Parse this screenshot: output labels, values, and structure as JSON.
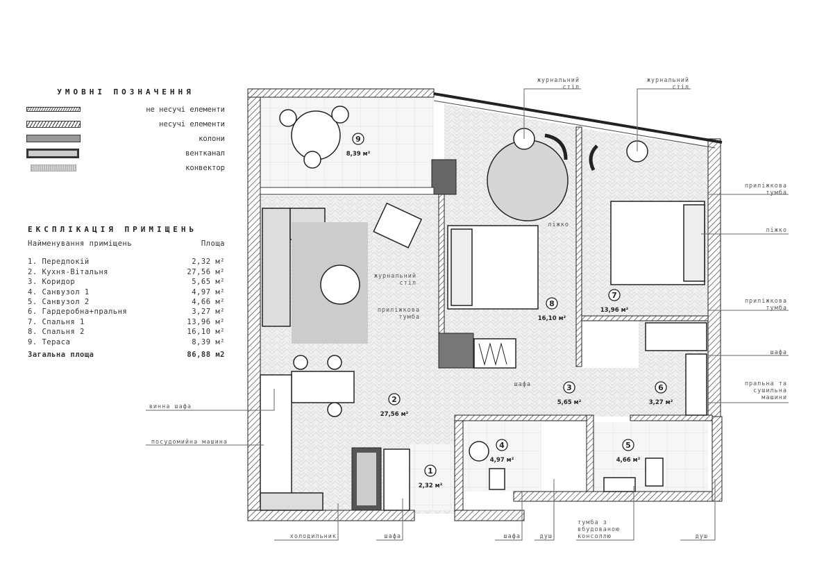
{
  "legend": {
    "title": "УМОВНІ ПОЗНАЧЕННЯ",
    "items": [
      {
        "label": "не несучі елементи",
        "icon": "non-load-bearing-hatch"
      },
      {
        "label": "несучі елементи",
        "icon": "load-bearing-hatch"
      },
      {
        "label": "колони",
        "icon": "column-fill"
      },
      {
        "label": "вентканал",
        "icon": "vent-duct"
      },
      {
        "label": "конвектор",
        "icon": "convector"
      }
    ]
  },
  "explication": {
    "title": "ЕКСПЛІКАЦІЯ ПРИМІЩЕНЬ",
    "col_name": "Найменування приміщень",
    "col_area": "Площа",
    "rooms": [
      {
        "name": "1. Передпокій",
        "area": "2,32 м²"
      },
      {
        "name": "2. Кухня-Вітальня",
        "area": "27,56 м²"
      },
      {
        "name": "3. Коридор",
        "area": "5,65 м²"
      },
      {
        "name": "4. Санвузол 1",
        "area": "4,97 м²"
      },
      {
        "name": "5. Санвузол 2",
        "area": "4,66 м²"
      },
      {
        "name": "6. Гардеробна+пральня",
        "area": "3,27 м²"
      },
      {
        "name": "7. Спальня 1",
        "area": "13,96 м²"
      },
      {
        "name": "8. Спальня 2",
        "area": "16,10 м²"
      },
      {
        "name": "9. Тераса",
        "area": "8,39 м²"
      }
    ],
    "total_label": "Загальна площа",
    "total_value": "86,88 м2"
  },
  "plan_rooms": [
    {
      "num": "1",
      "area": "2,32 м²"
    },
    {
      "num": "2",
      "area": "27,56 м²"
    },
    {
      "num": "3",
      "area": "5,65 м²"
    },
    {
      "num": "4",
      "area": "4,97 м²"
    },
    {
      "num": "5",
      "area": "4,66 м²"
    },
    {
      "num": "6",
      "area": "3,27 м²"
    },
    {
      "num": "7",
      "area": "13,96 м²"
    },
    {
      "num": "8",
      "area": "16,10 м²"
    },
    {
      "num": "9",
      "area": "8,39 м²"
    }
  ],
  "callouts": {
    "coffee_table_top1": [
      "журнальний",
      "стіл"
    ],
    "coffee_table_top2": [
      "журнальний",
      "стіл"
    ],
    "bed_inner": "ліжко",
    "coffee_table_inner": [
      "журнальний",
      "стіл"
    ],
    "nightstand_inner": [
      "приліжкова",
      "тумба"
    ],
    "wardrobe_inner": "шафа",
    "nightstand_right1": [
      "приліжкова",
      "тумба"
    ],
    "bed_right": "ліжко",
    "nightstand_right2": [
      "приліжкова",
      "тумба"
    ],
    "wardrobe_right": "шафа",
    "washer": [
      "пральна та",
      "сушильна",
      "машини"
    ],
    "wine": "винна шафа",
    "dishwasher": "посудомийна машина",
    "fridge": "холодильник",
    "wardrobe_bottom1": "шафа",
    "wardrobe_bottom2": "шафа",
    "shower1": "душ",
    "vanity": [
      "тумба з",
      "вбудованою",
      "консоллю"
    ],
    "shower2": "душ"
  }
}
